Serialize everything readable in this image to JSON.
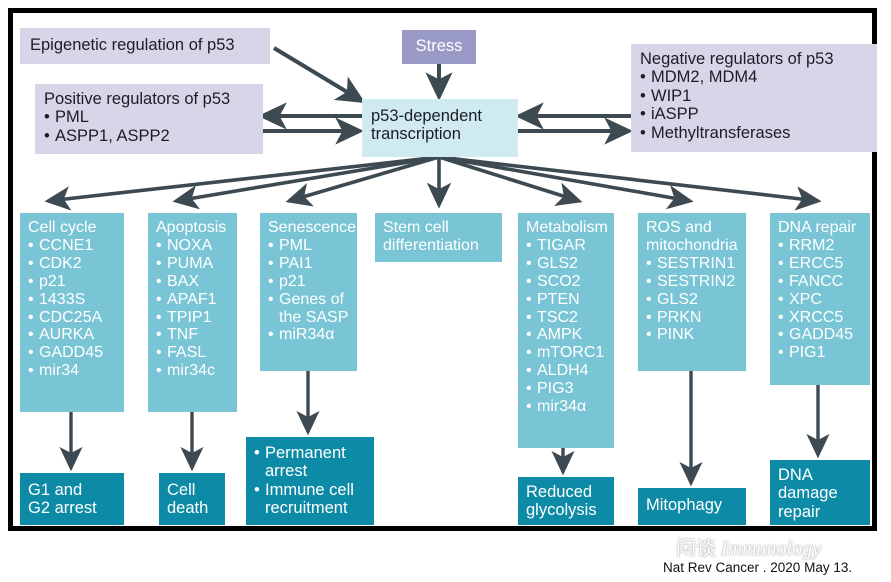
{
  "figure": {
    "stress": {
      "label": "Stress"
    },
    "center": {
      "label": "p53-dependent\ntranscription",
      "line1": "p53-dependent",
      "line2": "transcription"
    },
    "epigenetic": {
      "label": "Epigenetic regulation of p53"
    },
    "positive_regulators": {
      "title": "Positive regulators of p53",
      "items": [
        "PML",
        "ASPP1, ASPP2"
      ]
    },
    "negative_regulators": {
      "title": "Negative regulators of p53",
      "items": [
        "MDM2, MDM4",
        "WIP1",
        "iASPP",
        "Methyltransferases"
      ]
    },
    "categories": [
      {
        "title": "Cell cycle",
        "items": [
          "CCNE1",
          "CDK2",
          "p21",
          "1433S",
          "CDC25A",
          "AURKA",
          "GADD45",
          "mir34"
        ]
      },
      {
        "title": "Apoptosis",
        "items": [
          "NOXA",
          "PUMA",
          "BAX",
          "APAF1",
          "TPIP1",
          "TNF",
          "FASL",
          "mir34c"
        ]
      },
      {
        "title": "Senescence",
        "items": [
          "PML",
          "PAI1",
          "p21",
          "Genes of",
          "the SASP",
          "miR34α"
        ]
      },
      {
        "title": "Stem cell\ndifferentiation",
        "title_line1": "Stem cell",
        "title_line2": "differentiation",
        "items": []
      },
      {
        "title": "Metabolism",
        "items": [
          "TIGAR",
          "GLS2",
          "SCO2",
          "PTEN",
          "TSC2",
          "AMPK",
          "mTORC1",
          "ALDH4",
          "PIG3",
          "mir34α"
        ]
      },
      {
        "title": "ROS and\nmitochondria",
        "title_line1": "ROS and",
        "title_line2": "mitochondria",
        "items": [
          "SESTRIN1",
          "SESTRIN2",
          "GLS2",
          "PRKN",
          "PINK"
        ]
      },
      {
        "title": "DNA repair",
        "items": [
          "RRM2",
          "ERCC5",
          "FANCC",
          "XPC",
          "XRCC5",
          "GADD45",
          "PIG1"
        ]
      }
    ],
    "outcomes": [
      {
        "lines": [
          "G1 and",
          "G2 arrest"
        ],
        "bulleted": false
      },
      {
        "lines": [
          "Cell",
          "death"
        ],
        "bulleted": false
      },
      {
        "lines": [
          "Permanent",
          "arrest",
          "Immune cell",
          "recruitment"
        ],
        "bulleted": true,
        "bullet_items": [
          [
            "Permanent",
            "arrest"
          ],
          [
            "Immune cell",
            "recruitment"
          ]
        ]
      },
      {
        "lines": [
          "Reduced",
          "glycolysis"
        ],
        "bulleted": false
      },
      {
        "lines": [
          "Mitophagy"
        ],
        "bulleted": false
      },
      {
        "lines": [
          "DNA",
          "damage",
          "repair"
        ],
        "bulleted": false
      }
    ]
  },
  "footer": {
    "citation": "Nat Rev Cancer . 2020 May 13.",
    "watermark_cjk": "闲谈",
    "watermark_latin": "Immunology"
  },
  "colors": {
    "lavender": "#d6d6e8",
    "purple": "#9a9ac6",
    "pale_teal": "#cfeaf1",
    "mid_teal": "#79c5d6",
    "dark_teal": "#0d8ba6",
    "arrow": "#3d4a52",
    "frame": "#000000"
  }
}
